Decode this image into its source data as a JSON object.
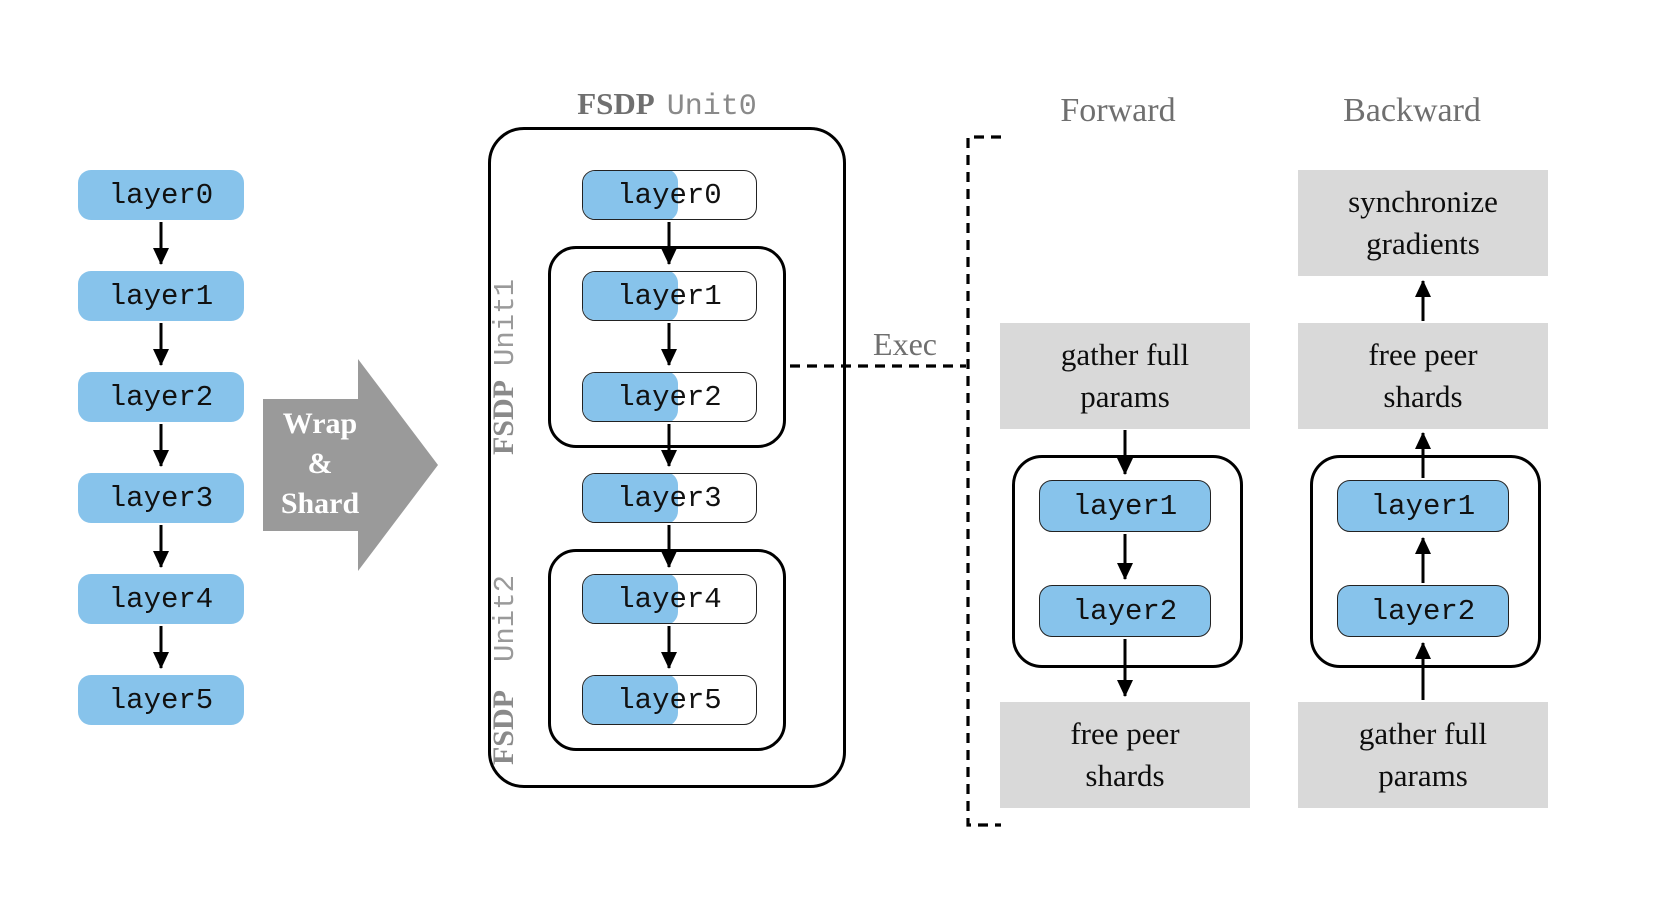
{
  "colors": {
    "layer_blue": "#87C3EB",
    "step_gray": "#D9D9D9",
    "label_gray": "#6f6f6f",
    "transform_arrow_gray": "#9a9a9a",
    "line_black": "#000000"
  },
  "left_chain": {
    "layers": [
      "layer0",
      "layer1",
      "layer2",
      "layer3",
      "layer4",
      "layer5"
    ]
  },
  "transform_arrow": {
    "lines": [
      "Wrap",
      "&",
      "Shard"
    ]
  },
  "fsdp": {
    "unit0_serif": "FSDP",
    "unit0_mono": "Unit0",
    "unit1_serif": "FSDP",
    "unit1_mono": "Unit1",
    "unit2_serif": "FSDP",
    "unit2_mono": "Unit2",
    "layers": [
      "layer0",
      "layer1",
      "layer2",
      "layer3",
      "layer4",
      "layer5"
    ]
  },
  "exec_label": "Exec",
  "forward": {
    "title": "Forward",
    "gather_lines": [
      "gather full",
      "params"
    ],
    "layers": [
      "layer1",
      "layer2"
    ],
    "free_lines": [
      "free peer",
      "shards"
    ]
  },
  "backward": {
    "title": "Backward",
    "sync_lines": [
      "synchronize",
      "gradients"
    ],
    "free_lines": [
      "free peer",
      "shards"
    ],
    "layers": [
      "layer1",
      "layer2"
    ],
    "gather_lines": [
      "gather full",
      "params"
    ]
  }
}
